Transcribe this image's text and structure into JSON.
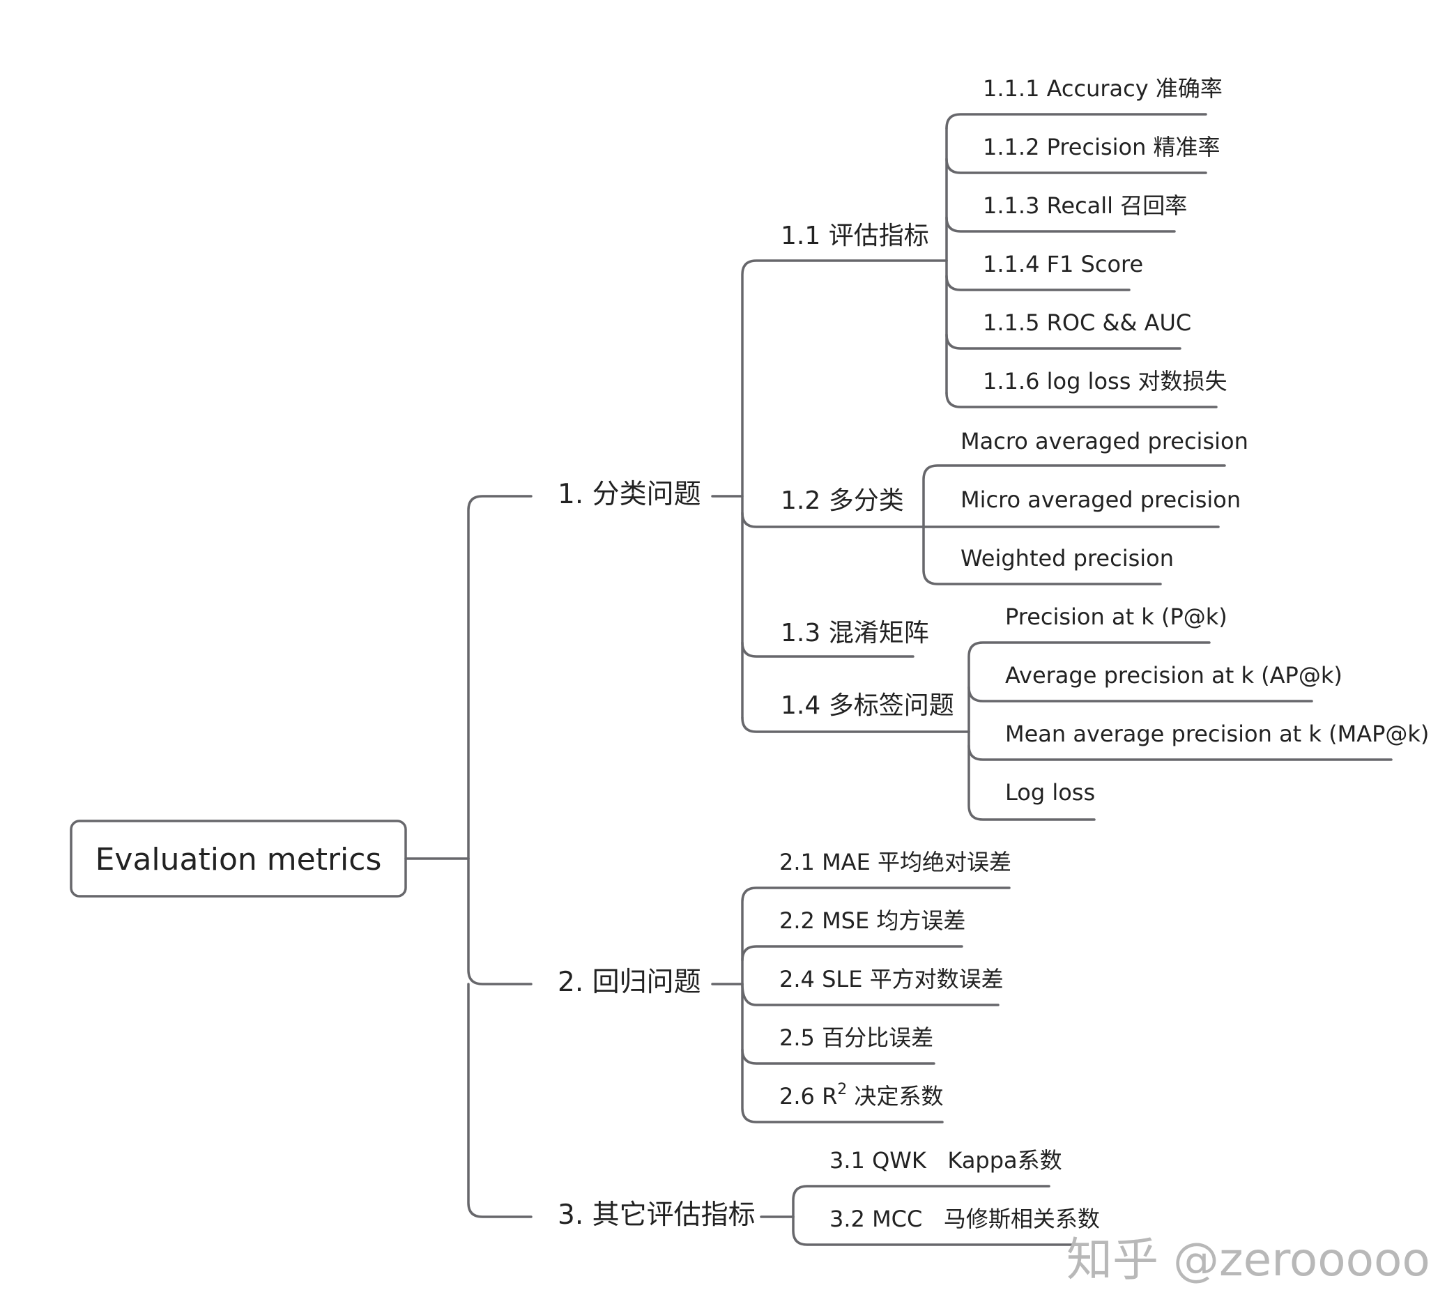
{
  "root": {
    "label": "Evaluation metrics"
  },
  "branches": [
    {
      "label": "1. 分类问题",
      "children": [
        {
          "label": "1.1 评估指标",
          "children": [
            "1.1.1 Accuracy 准确率",
            "1.1.2 Precision 精准率",
            "1.1.3 Recall 召回率",
            "1.1.4 F1 Score",
            "1.1.5 ROC && AUC",
            "1.1.6 log loss 对数损失"
          ]
        },
        {
          "label": "1.2 多分类",
          "children": [
            "Macro averaged precision",
            "Micro averaged precision",
            "Weighted precision"
          ]
        },
        {
          "label": "1.3 混淆矩阵"
        },
        {
          "label": "1.4 多标签问题",
          "children": [
            "Precision at k (P@k)",
            "Average precision at k (AP@k)",
            "Mean average precision at k (MAP@k)",
            "Log loss"
          ]
        }
      ]
    },
    {
      "label": "2. 回归问题",
      "children": [
        {
          "label": "2.1 MAE 平均绝对误差"
        },
        {
          "label": "2.2 MSE 均方误差"
        },
        {
          "label": "2.4 SLE 平方对数误差"
        },
        {
          "label": "2.5 百分比误差"
        },
        {
          "label_prefix": "2.6 R",
          "label_sup": "2",
          "label_suffix": " 决定系数"
        }
      ]
    },
    {
      "label": "3. 其它评估指标",
      "children": [
        {
          "label": "3.1 QWK   Kappa系数"
        },
        {
          "label": "3.2 MCC   马修斯相关系数"
        }
      ]
    }
  ],
  "watermark": "知乎 @zerooooo",
  "colors": {
    "connector": "#67676b",
    "text": "#222222",
    "watermark": "#b8b8b8",
    "background": "#ffffff"
  }
}
